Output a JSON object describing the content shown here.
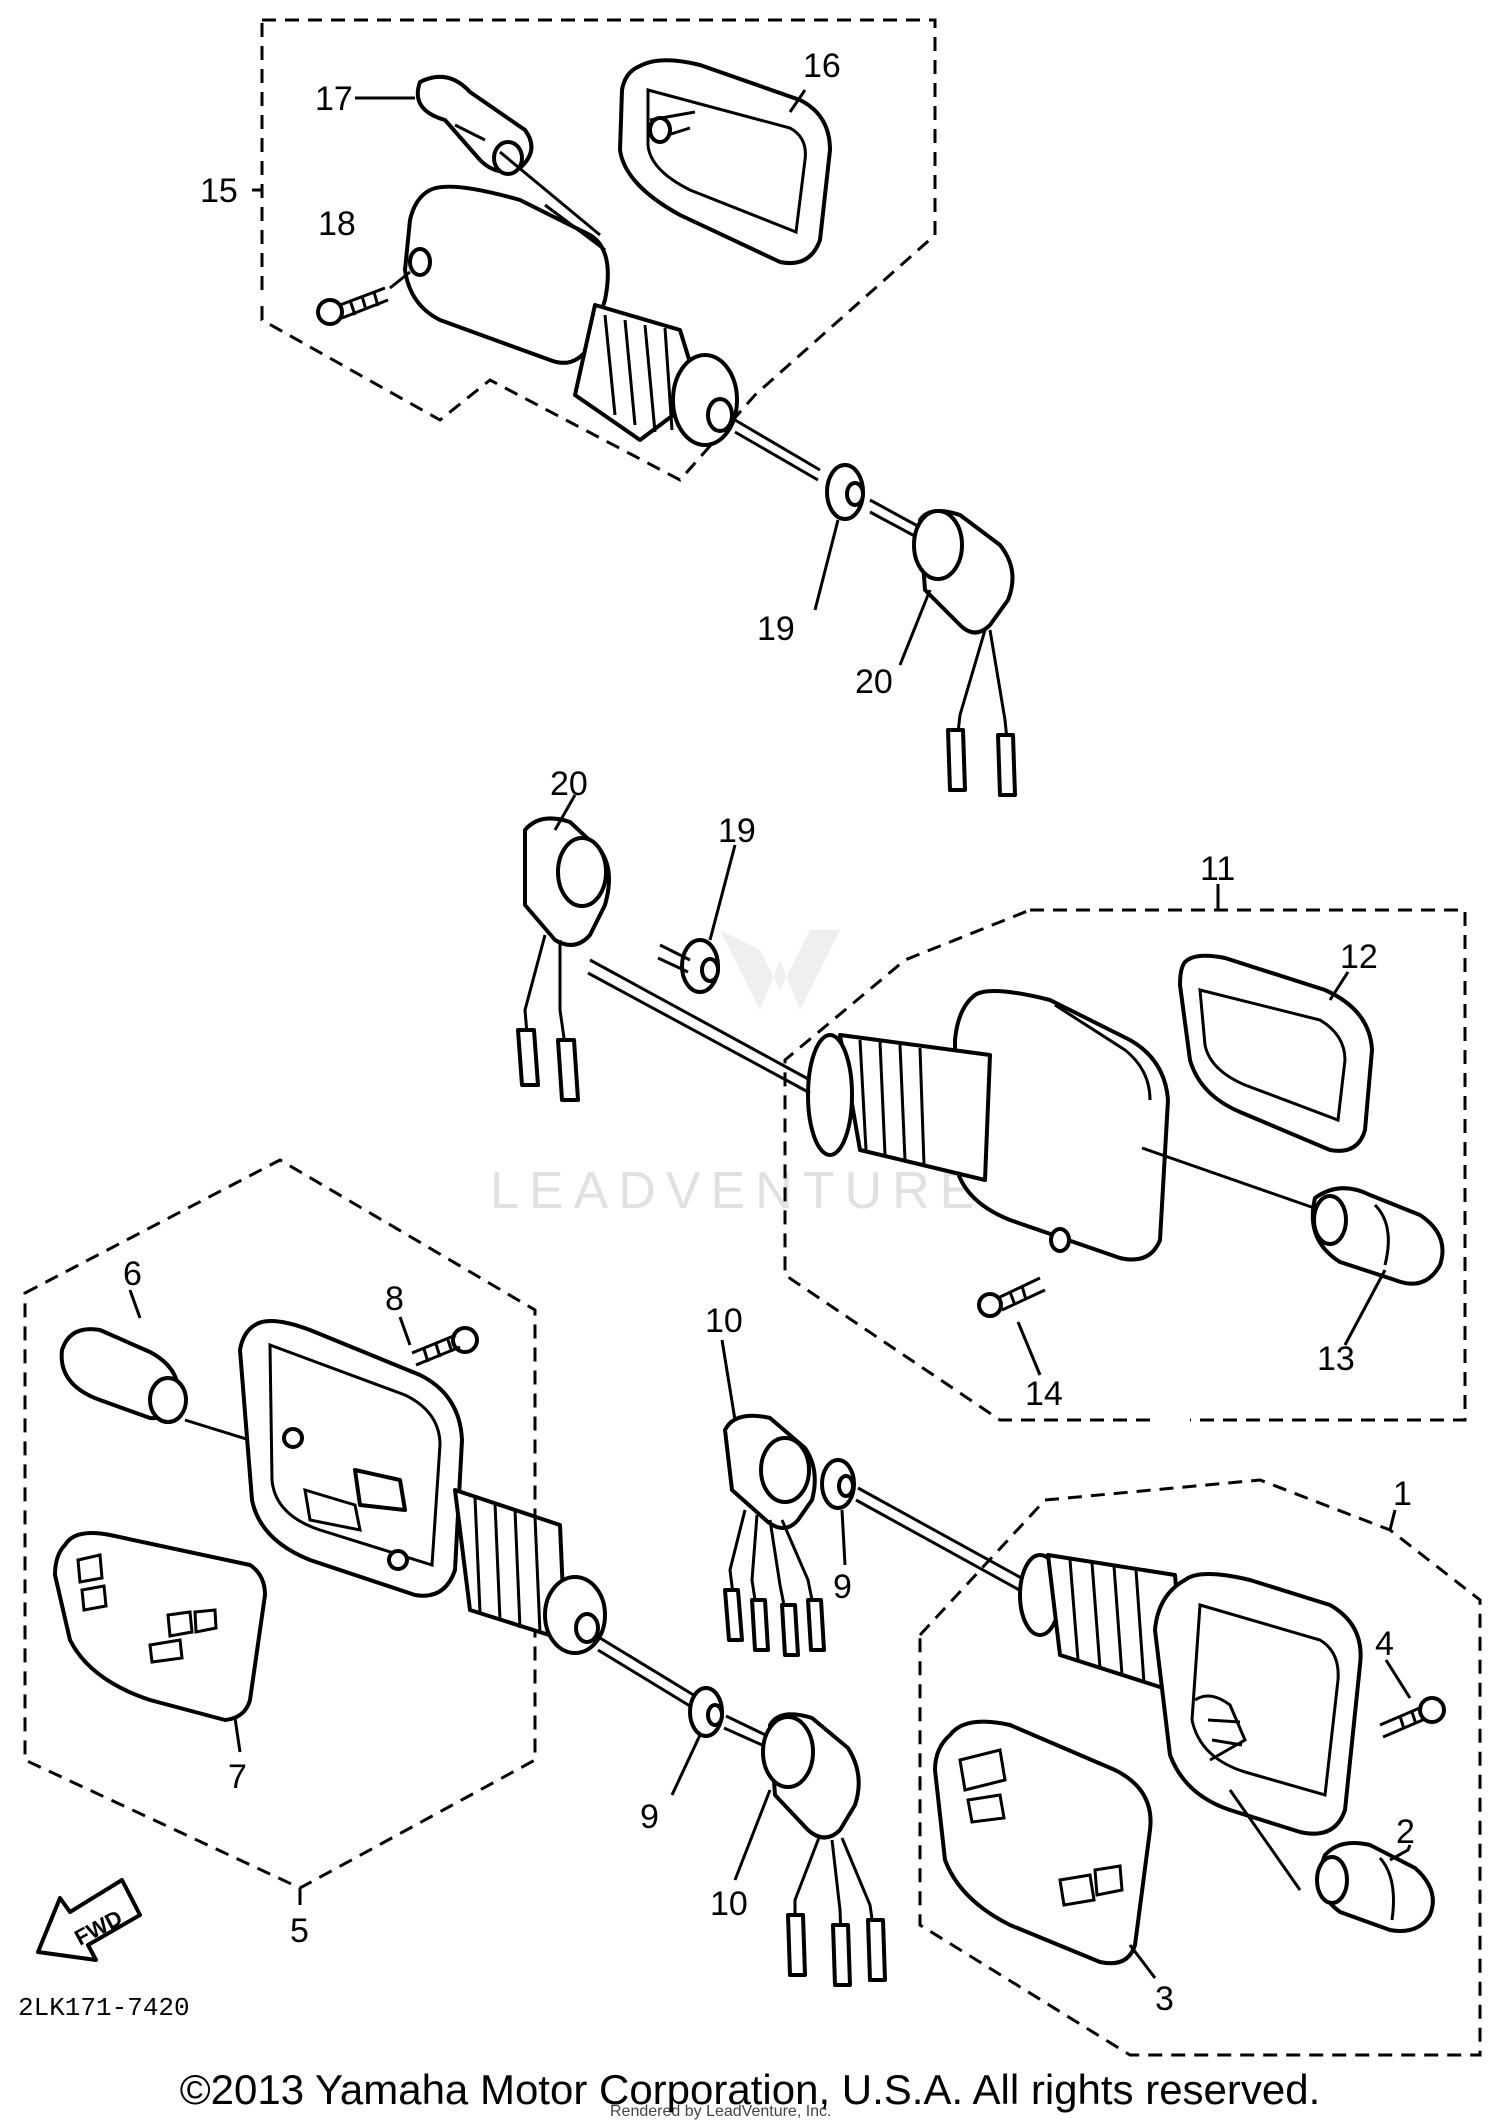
{
  "callouts": [
    {
      "id": "c1",
      "text": "1"
    },
    {
      "id": "c2",
      "text": "2"
    },
    {
      "id": "c3",
      "text": "3"
    },
    {
      "id": "c4",
      "text": "4"
    },
    {
      "id": "c5",
      "text": "5"
    },
    {
      "id": "c6",
      "text": "6"
    },
    {
      "id": "c7",
      "text": "7"
    },
    {
      "id": "c8",
      "text": "8"
    },
    {
      "id": "c9a",
      "text": "9"
    },
    {
      "id": "c9b",
      "text": "9"
    },
    {
      "id": "c10a",
      "text": "10"
    },
    {
      "id": "c10b",
      "text": "10"
    },
    {
      "id": "c11",
      "text": "11"
    },
    {
      "id": "c12",
      "text": "12"
    },
    {
      "id": "c13",
      "text": "13"
    },
    {
      "id": "c14",
      "text": "14"
    },
    {
      "id": "c15",
      "text": "15"
    },
    {
      "id": "c16",
      "text": "16"
    },
    {
      "id": "c17",
      "text": "17"
    },
    {
      "id": "c18",
      "text": "18"
    },
    {
      "id": "c19a",
      "text": "19"
    },
    {
      "id": "c19b",
      "text": "19"
    },
    {
      "id": "c20a",
      "text": "20"
    },
    {
      "id": "c20b",
      "text": "20"
    }
  ],
  "labels": {
    "fwd": "FWD",
    "diagram_code": "2LK171-7420",
    "watermark": "LEADVENTURE",
    "rendered_by": "Rendered by LeadVenture, Inc.",
    "copyright": "©2013 Yamaha Motor Corporation, U.S.A. All rights reserved."
  },
  "colors": {
    "line": "#000000",
    "background": "#ffffff",
    "watermark": "#bdbdbd"
  }
}
